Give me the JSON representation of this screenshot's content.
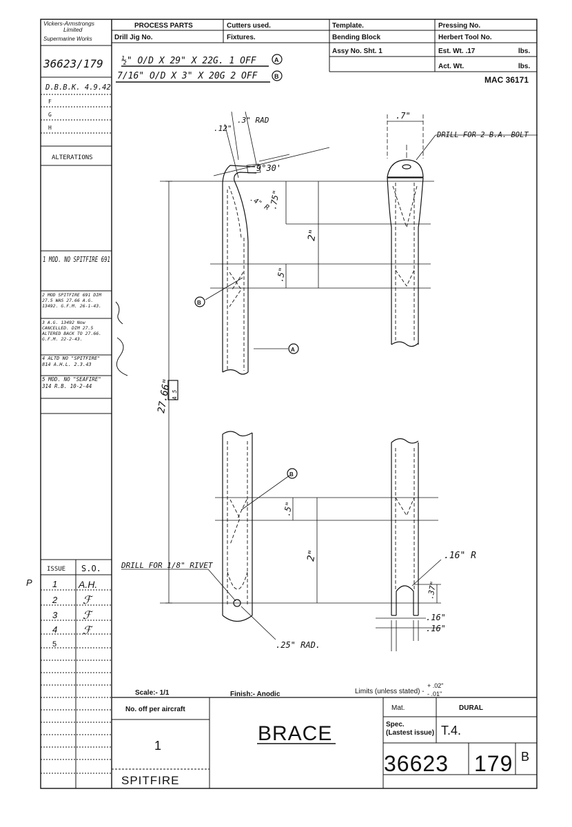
{
  "header": {
    "company_lines": [
      "Vickers-Armstrongs",
      "Limited",
      "Supermarine Works"
    ],
    "process_parts": "PROCESS PARTS",
    "cutters_used": "Cutters used.",
    "template": "Template.",
    "pressing_no": "Pressing No.",
    "drill_jig_no": "Drill Jig No.",
    "fixtures": "Fixtures.",
    "bending_block": "Bending Block",
    "herbert_tool_no": "Herbert Tool No.",
    "assy_no": "Assy No. Sht. 1",
    "est_wt": "Est. Wt.  .17",
    "act_wt": "Act. Wt.",
    "lbs": "lbs.",
    "mac_number": "MAC 36171"
  },
  "material": {
    "line_a": "½\" O/D X 29\" X 22G. 1 OFF",
    "tag_a": "A",
    "line_b": "7/16\" O/D X 3\" X 20G  2 OFF",
    "tag_b": "B"
  },
  "left_column": {
    "drawing_no": "36623/179",
    "entries": [
      "D.B.B.K. 4.9.42",
      "F",
      "G",
      "H"
    ],
    "alterations_label": "ALTERATIONS",
    "mods": [
      "1 MOD. NO SPITFIRE 691",
      "2 MOD SPITFIRE 691 DIM 27.5 WAS 27.66 A.G. 13492. G.F.M. 26-1-43.",
      "3 A.G. 13492 Now CANCELLED. DIM 27.5 ALTERED BACK TO 27.66. G.F.M. 22-2-43.",
      "4 ALTD NO \"SPITFIRE\" 814 A.H.L. 2.3.43",
      "5 MOD. NO \"SEAFIRE\" 314 R.B. 10-2-44"
    ]
  },
  "issue_table": {
    "issue_label": "ISSUE",
    "so_label": "S.O.",
    "rows": [
      {
        "issue": "1",
        "so": "A.H."
      },
      {
        "issue": "2",
        "so": "ℱ"
      },
      {
        "issue": "3",
        "so": "ℱ"
      },
      {
        "issue": "4",
        "so": "ℱ"
      },
      {
        "issue": "5",
        "so": ""
      }
    ],
    "margin_mark": "P"
  },
  "dimensions": {
    "d12": ".12\"",
    "d3rad": ".3\" RAD",
    "angle": "9°30'",
    "d4r": ".4\" R",
    "d75": ".75\"",
    "d2_top": "2\"",
    "d5_top": ".5\"",
    "d27": "27.66\"",
    "ref_a5": "A 5",
    "d5_bottom": ".5\"",
    "d2_bottom": "2\"",
    "d7": ".7\"",
    "drill_top": "DRILL FOR 2 B.A. BOLT",
    "drill_bottom": "DRILL FOR 1/8\" RIVET",
    "d25rad": ".25\" RAD.",
    "d16r": ".16\" R",
    "d37": ".37\"",
    "d16a": ".16\"",
    "d16b": ".16\"",
    "callout_b": "B",
    "callout_a": "A"
  },
  "footer": {
    "scale": "Scale:-  1/1",
    "finish": "Finish:-   Anodic",
    "limits": "Limits (unless stated) -",
    "limit_plus": "+ .02\"",
    "limit_minus": "- .01\"",
    "no_off_label": "No. off per aircraft",
    "qty": "1",
    "aircraft": "SPITFIRE",
    "title": "BRACE",
    "mat_label": "Mat.",
    "mat_value": "DURAL",
    "spec_label_1": "Spec.",
    "spec_label_2": "(Lastest issue)",
    "spec_value": "T.4.",
    "part_no_1": "36623",
    "part_no_2": "179",
    "revision": "B"
  }
}
